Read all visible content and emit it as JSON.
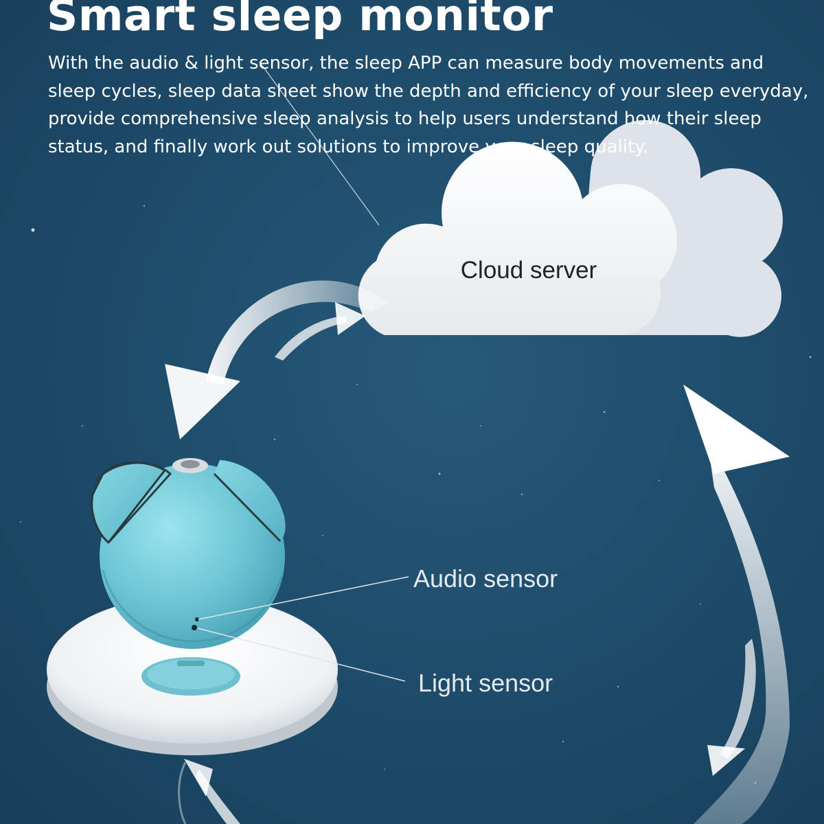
{
  "header": {
    "title": "Smart sleep monitor",
    "description": "With the audio & light sensor, the sleep APP can measure body movements and sleep cycles,  sleep data sheet show the depth and efficiency of your sleep everyday, provide comprehensive sleep analysis to help users understand how their sleep status, and  finally work out solutions to improve your sleep quality."
  },
  "diagram": {
    "cloud_label": "Cloud server",
    "audio_sensor_label": "Audio sensor",
    "light_sensor_label": "Light sensor"
  },
  "colors": {
    "background": "#1f4d6c",
    "device_teal": "#74c9d6",
    "base_white": "#f2f4f6",
    "text_white": "#ffffff"
  }
}
